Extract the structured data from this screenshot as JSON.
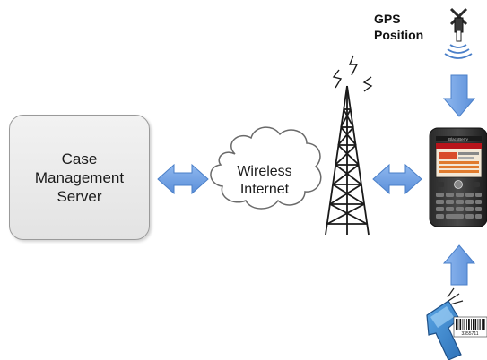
{
  "server": {
    "lines": [
      "Case",
      "Management",
      "Server"
    ]
  },
  "cloud": {
    "lines": [
      "Wireless",
      "Internet"
    ]
  },
  "gps": {
    "lines": [
      "GPS",
      "Position"
    ]
  },
  "phone": {
    "brand": "BlackBerry"
  },
  "barcode": {
    "digits": "3355711"
  },
  "colors": {
    "arrow_fill": "#6fa2e6",
    "arrow_stroke": "#4a7fc8",
    "server_border": "#9a9a9a",
    "tower": "#1a1a1a"
  },
  "icons": {
    "tower": "radio-tower-icon",
    "phone": "smartphone-icon",
    "gps": "gps-satellite-icon",
    "scanner": "barcode-scanner-icon"
  }
}
